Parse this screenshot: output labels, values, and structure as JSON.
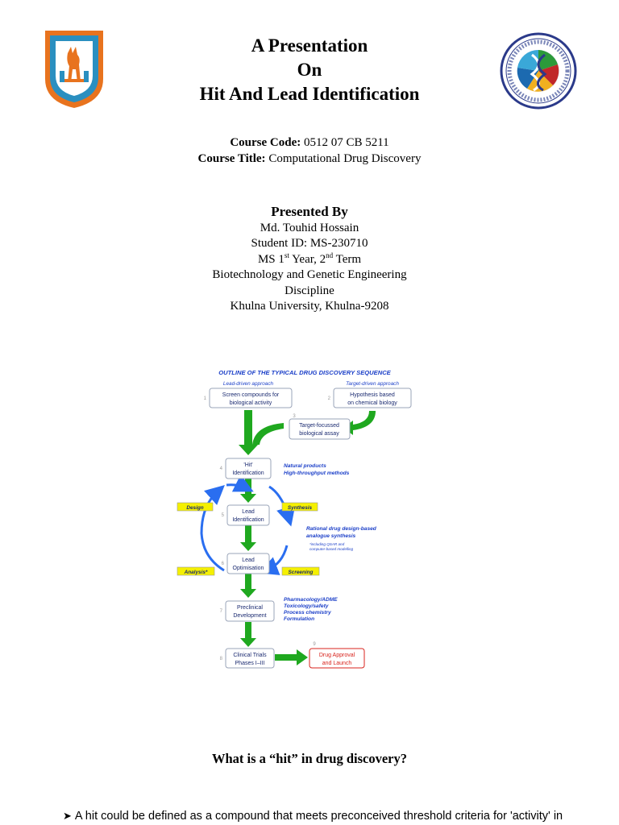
{
  "title": {
    "line1": "A Presentation",
    "line2": "On",
    "line3": "Hit And Lead Identification"
  },
  "course": {
    "code_label": "Course Code:",
    "code_value": "0512 07 CB 5211",
    "title_label": "Course Title:",
    "title_value": "Computational Drug Discovery"
  },
  "presenter": {
    "heading": "Presented By",
    "name": "Md. Touhid Hossain",
    "student_id": "Student ID: MS-230710",
    "year_prefix": "MS 1",
    "year_sup": "st",
    "year_mid": " Year, 2",
    "term_sup": "nd",
    "term_suffix": " Term",
    "dept_line1": "Biotechnology and Genetic Engineering",
    "dept_line2": "Discipline",
    "university": "Khulna University, Khulna-9208"
  },
  "diagram": {
    "heading": "OUTLINE OF THE TYPICAL DRUG DISCOVERY SEQUENCE",
    "lead_driven": "Lead-driven approach",
    "target_driven": "Target-driven approach",
    "box1_l1": "Screen compounds for",
    "box1_l2": "biological activity",
    "box2_l1": "Hypothesis based",
    "box2_l2": "on chemical biology",
    "box3_l1": "Target-focussed",
    "box3_l2": "biological assay",
    "box4_l1": "'Hit'",
    "box4_l2": "Identification",
    "box5_l1": "Lead",
    "box5_l2": "Identification",
    "box6_l1": "Lead",
    "box6_l2": "Optimisation",
    "box7_l1": "Preclinical",
    "box7_l2": "Development",
    "box8_l1": "Clinical Trials",
    "box8_l2": "Phases I–III",
    "box9_l1": "Drug Approval",
    "box9_l2": "and Launch",
    "n1": "1",
    "n2": "2",
    "n3": "3",
    "n4": "4",
    "n5": "5",
    "n6": "6",
    "n7": "7",
    "n8": "8",
    "n9": "9",
    "hit_note_l1": "Natural products",
    "hit_note_l2": "High-throughput methods",
    "tag_design": "Design",
    "tag_synthesis": "Synthesis",
    "tag_analysis": "Analysis*",
    "tag_screening": "Screening",
    "rational_l1": "Rational drug design-based",
    "rational_l2": "analogue synthesis",
    "qsar_l1": "*including QSAR and",
    "qsar_l2": "computer-based modelling",
    "pre_l1": "Pharmacology/ADME",
    "pre_l2": "Toxicology/safety",
    "pre_l3": "Process chemistry",
    "pre_l4": "Formulation"
  },
  "question": "What is a “hit” in drug discovery?",
  "bullet_text": "A hit could be defined as a compound that meets preconceived threshold criteria for 'activity' in",
  "colors": {
    "green_arrow": "#1fa81f",
    "blue_text": "#1a3ec8",
    "tag_yellow": "#f5f000",
    "red_text": "#d8231c",
    "logo_orange": "#e8731e",
    "logo_teal": "#2a8fc0"
  }
}
